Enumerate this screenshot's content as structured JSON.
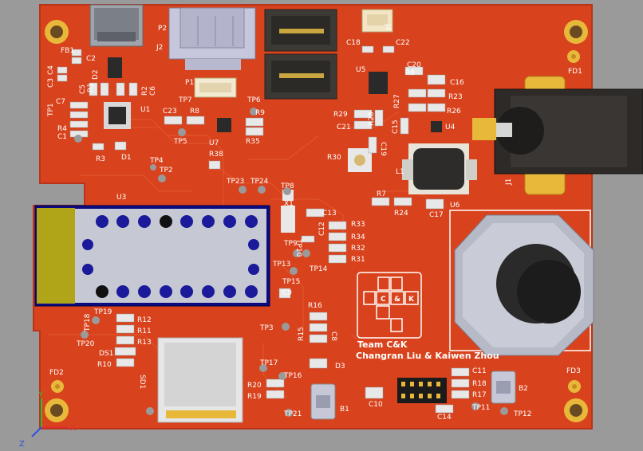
{
  "colors": {
    "background": "#9a9a9a",
    "board": "#d8421c",
    "copper": "#e05a2e",
    "pad": "#c9cbd2",
    "silk": "#ffffff",
    "gold": "#e8b83a"
  },
  "labels": {
    "u3": "U3",
    "u1": "U1",
    "u4": "U4",
    "u5": "U5",
    "u6": "U6",
    "u7": "U7",
    "l1": "L1",
    "j1": "J1",
    "j2": "J2",
    "j4": "J4",
    "p1": "P1",
    "p2": "P2",
    "d1": "D1",
    "d2": "D2",
    "d3": "D3",
    "ds1": "DS1",
    "fb1": "FB1",
    "x1": "X1",
    "sd1": "SD1",
    "b1": "B1",
    "b2": "B2",
    "fd1": "FD1",
    "fd2": "FD2",
    "fd3": "FD3",
    "tp1": "TP1",
    "tp2": "TP2",
    "tp3": "TP3",
    "tp4": "TP4",
    "tp5": "TP5",
    "tp6": "TP6",
    "tp7": "TP7",
    "tp8": "TP8",
    "tp9": "TP9",
    "tp10": "TP10",
    "tp11": "TP11",
    "tp12": "TP12",
    "tp13": "TP13",
    "tp14": "TP14",
    "tp15": "TP15",
    "tp16": "TP16",
    "tp17": "TP17",
    "tp18": "TP18",
    "tp19": "TP19",
    "tp20": "TP20",
    "tp21": "TP21",
    "tp23": "TP23",
    "tp24": "TP24",
    "c1": "C1",
    "c2": "C2",
    "c3": "C3",
    "c4": "C4",
    "c5": "C5",
    "c6": "C6",
    "c7": "C7",
    "c8": "C8",
    "c9": "C9",
    "c10": "C10",
    "c11": "C11",
    "c12": "C12",
    "c13": "C13",
    "c14": "C14",
    "c15": "C15",
    "c16": "C16",
    "c17": "C17",
    "c18": "C18",
    "c19": "C19",
    "c20": "C20",
    "c21": "C21",
    "c22": "C22",
    "c23": "C23",
    "r1": "R1",
    "r2": "R2",
    "r3": "R3",
    "r4": "R4",
    "r6": "R6",
    "r7": "R7",
    "r8": "R8",
    "r9": "R9",
    "r10": "R10",
    "r11": "R11",
    "r12": "R12",
    "r13": "R13",
    "r15": "R15",
    "r16": "R16",
    "r17": "R17",
    "r18": "R18",
    "r19": "R19",
    "r20": "R20",
    "r23": "R23",
    "r24": "R24",
    "r26": "R26",
    "r27": "R27",
    "r28": "R28",
    "r29": "R29",
    "r30": "R30",
    "r31": "R31",
    "r32": "R32",
    "r33": "R33",
    "r34": "R34",
    "r35": "R35",
    "r38": "R38",
    "team": "Team C&K",
    "authors": "Changran Liu & Kaiwen Zhou",
    "logo_c": "C",
    "logo_amp": "&",
    "logo_k": "K",
    "axis_x": "X",
    "axis_y": "Y",
    "axis_z": "Z"
  }
}
